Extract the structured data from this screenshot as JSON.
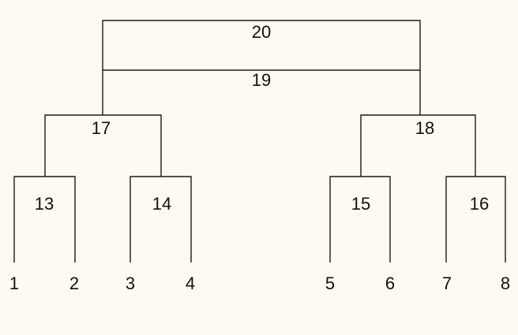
{
  "diagram": {
    "type": "dendrogram",
    "background": "#fdfbf1",
    "line_color": "#1a1a1a",
    "leaves": [
      "1",
      "2",
      "3",
      "4",
      "5",
      "6",
      "7",
      "8"
    ],
    "nodes": [
      {
        "id": "13",
        "label": "13",
        "children": [
          "1",
          "2"
        ]
      },
      {
        "id": "14",
        "label": "14",
        "children": [
          "3",
          "4"
        ]
      },
      {
        "id": "15",
        "label": "15",
        "children": [
          "5",
          "6"
        ]
      },
      {
        "id": "16",
        "label": "16",
        "children": [
          "7",
          "8"
        ]
      },
      {
        "id": "17",
        "label": "17",
        "children": [
          "13",
          "14"
        ]
      },
      {
        "id": "18",
        "label": "18",
        "children": [
          "15",
          "16"
        ]
      },
      {
        "id": "19",
        "label": "19",
        "children": [
          "17",
          "18"
        ]
      },
      {
        "id": "20",
        "label": "20",
        "children": [
          "19"
        ]
      }
    ]
  }
}
